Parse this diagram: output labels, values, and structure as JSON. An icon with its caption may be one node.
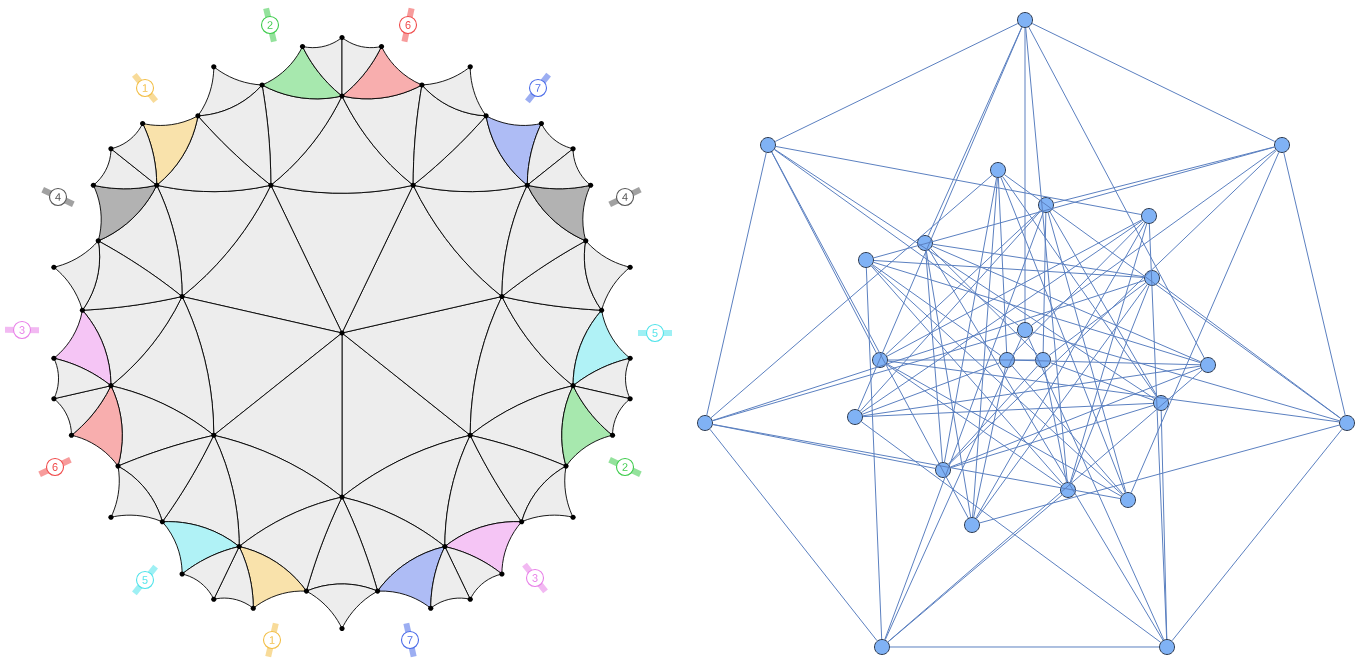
{
  "diagram": {
    "nodes": [
      {
        "text": [],
        "shape": "circle"
      },
      {
        "text": [],
        "shape": "circle"
      },
      {
        "text": [],
        "shape": "circle"
      },
      {
        "text": [],
        "shape": "circle"
      },
      {
        "text": [],
        "shape": "circle"
      },
      {
        "text": [],
        "shape": "circle"
      },
      {
        "text": [],
        "shape": "circle"
      },
      {
        "text": [],
        "shape": "circle"
      },
      {
        "text": [],
        "shape": "circle"
      },
      {
        "text": [],
        "shape": "circle"
      },
      {
        "text": [],
        "shape": "circle"
      },
      {
        "text": [],
        "shape": "circle"
      },
      {
        "text": [],
        "shape": "circle"
      },
      {
        "text": [],
        "shape": "circle"
      },
      {
        "text": [],
        "shape": "circle"
      },
      {
        "text": [],
        "shape": "circle"
      },
      {
        "text": [],
        "shape": "circle"
      },
      {
        "text": [],
        "shape": "circle"
      },
      {
        "text": [],
        "shape": "circle"
      },
      {
        "text": [],
        "shape": "circle"
      },
      {
        "text": [],
        "shape": "circle"
      },
      {
        "text": [],
        "shape": "circle"
      },
      {
        "text": [],
        "shape": "circle"
      },
      {
        "text": [],
        "shape": "circle"
      }
    ],
    "edges": [
      {
        "from": 9,
        "to": 0,
        "arrow": "none"
      },
      {
        "from": 9,
        "to": 2,
        "arrow": "none"
      },
      {
        "from": 9,
        "to": 17,
        "arrow": "none"
      },
      {
        "from": 9,
        "to": 23,
        "arrow": "none"
      },
      {
        "from": 9,
        "to": 22,
        "arrow": "none"
      },
      {
        "from": 9,
        "to": 16,
        "arrow": "none"
      },
      {
        "from": 9,
        "to": 1,
        "arrow": "none"
      },
      {
        "from": 11,
        "to": 3,
        "arrow": "none"
      },
      {
        "from": 11,
        "to": 5,
        "arrow": "none"
      },
      {
        "from": 11,
        "to": 13,
        "arrow": "none"
      },
      {
        "from": 11,
        "to": 20,
        "arrow": "none"
      },
      {
        "from": 11,
        "to": 21,
        "arrow": "none"
      },
      {
        "from": 11,
        "to": 15,
        "arrow": "none"
      },
      {
        "from": 11,
        "to": 7,
        "arrow": "none"
      },
      {
        "from": 12,
        "to": 4,
        "arrow": "none"
      },
      {
        "from": 12,
        "to": 8,
        "arrow": "none"
      },
      {
        "from": 12,
        "to": 14,
        "arrow": "none"
      },
      {
        "from": 12,
        "to": 19,
        "arrow": "none"
      },
      {
        "from": 12,
        "to": 18,
        "arrow": "none"
      },
      {
        "from": 12,
        "to": 10,
        "arrow": "none"
      },
      {
        "from": 12,
        "to": 6,
        "arrow": "none"
      },
      {
        "from": 0,
        "to": 2,
        "arrow": "none"
      },
      {
        "from": 2,
        "to": 17,
        "arrow": "none"
      },
      {
        "from": 17,
        "to": 23,
        "arrow": "none"
      },
      {
        "from": 23,
        "to": 22,
        "arrow": "none"
      },
      {
        "from": 22,
        "to": 16,
        "arrow": "none"
      },
      {
        "from": 16,
        "to": 1,
        "arrow": "none"
      },
      {
        "from": 1,
        "to": 0,
        "arrow": "none"
      },
      {
        "from": 0,
        "to": 13,
        "arrow": "none"
      },
      {
        "from": 2,
        "to": 20,
        "arrow": "none"
      },
      {
        "from": 17,
        "to": 21,
        "arrow": "none"
      },
      {
        "from": 23,
        "to": 15,
        "arrow": "none"
      },
      {
        "from": 22,
        "to": 7,
        "arrow": "none"
      },
      {
        "from": 16,
        "to": 3,
        "arrow": "none"
      },
      {
        "from": 1,
        "to": 5,
        "arrow": "none"
      },
      {
        "from": 0,
        "to": 15,
        "arrow": "none"
      },
      {
        "from": 2,
        "to": 7,
        "arrow": "none"
      },
      {
        "from": 17,
        "to": 3,
        "arrow": "none"
      },
      {
        "from": 23,
        "to": 5,
        "arrow": "none"
      },
      {
        "from": 22,
        "to": 13,
        "arrow": "none"
      },
      {
        "from": 16,
        "to": 20,
        "arrow": "none"
      },
      {
        "from": 1,
        "to": 21,
        "arrow": "none"
      },
      {
        "from": 0,
        "to": 19,
        "arrow": "none"
      },
      {
        "from": 2,
        "to": 18,
        "arrow": "none"
      },
      {
        "from": 17,
        "to": 10,
        "arrow": "none"
      },
      {
        "from": 23,
        "to": 6,
        "arrow": "none"
      },
      {
        "from": 22,
        "to": 4,
        "arrow": "none"
      },
      {
        "from": 16,
        "to": 8,
        "arrow": "none"
      },
      {
        "from": 1,
        "to": 14,
        "arrow": "none"
      },
      {
        "from": 0,
        "to": 6,
        "arrow": "none"
      },
      {
        "from": 2,
        "to": 4,
        "arrow": "none"
      },
      {
        "from": 17,
        "to": 8,
        "arrow": "none"
      },
      {
        "from": 23,
        "to": 14,
        "arrow": "none"
      },
      {
        "from": 22,
        "to": 19,
        "arrow": "none"
      },
      {
        "from": 16,
        "to": 18,
        "arrow": "none"
      },
      {
        "from": 1,
        "to": 10,
        "arrow": "none"
      },
      {
        "from": 3,
        "to": 20,
        "arrow": "none"
      },
      {
        "from": 5,
        "to": 21,
        "arrow": "none"
      },
      {
        "from": 13,
        "to": 15,
        "arrow": "none"
      },
      {
        "from": 20,
        "to": 7,
        "arrow": "none"
      },
      {
        "from": 21,
        "to": 3,
        "arrow": "none"
      },
      {
        "from": 15,
        "to": 5,
        "arrow": "none"
      },
      {
        "from": 7,
        "to": 13,
        "arrow": "none"
      },
      {
        "from": 3,
        "to": 14,
        "arrow": "none"
      },
      {
        "from": 5,
        "to": 19,
        "arrow": "none"
      },
      {
        "from": 13,
        "to": 18,
        "arrow": "none"
      },
      {
        "from": 20,
        "to": 10,
        "arrow": "none"
      },
      {
        "from": 21,
        "to": 6,
        "arrow": "none"
      },
      {
        "from": 15,
        "to": 4,
        "arrow": "none"
      },
      {
        "from": 7,
        "to": 8,
        "arrow": "none"
      },
      {
        "from": 3,
        "to": 18,
        "arrow": "none"
      },
      {
        "from": 5,
        "to": 10,
        "arrow": "none"
      },
      {
        "from": 13,
        "to": 6,
        "arrow": "none"
      },
      {
        "from": 20,
        "to": 4,
        "arrow": "none"
      },
      {
        "from": 21,
        "to": 8,
        "arrow": "none"
      },
      {
        "from": 15,
        "to": 14,
        "arrow": "none"
      },
      {
        "from": 7,
        "to": 19,
        "arrow": "none"
      },
      {
        "from": 4,
        "to": 14,
        "arrow": "none"
      },
      {
        "from": 8,
        "to": 19,
        "arrow": "none"
      },
      {
        "from": 14,
        "to": 18,
        "arrow": "none"
      },
      {
        "from": 19,
        "to": 10,
        "arrow": "none"
      },
      {
        "from": 18,
        "to": 6,
        "arrow": "none"
      },
      {
        "from": 10,
        "to": 4,
        "arrow": "none"
      },
      {
        "from": 6,
        "to": 8,
        "arrow": "none"
      }
    ],
    "labels": [
      "2",
      "6",
      "1",
      "7",
      "4",
      "4",
      "3",
      "5",
      "6",
      "2",
      "5",
      "3",
      "1",
      "7"
    ]
  }
}
